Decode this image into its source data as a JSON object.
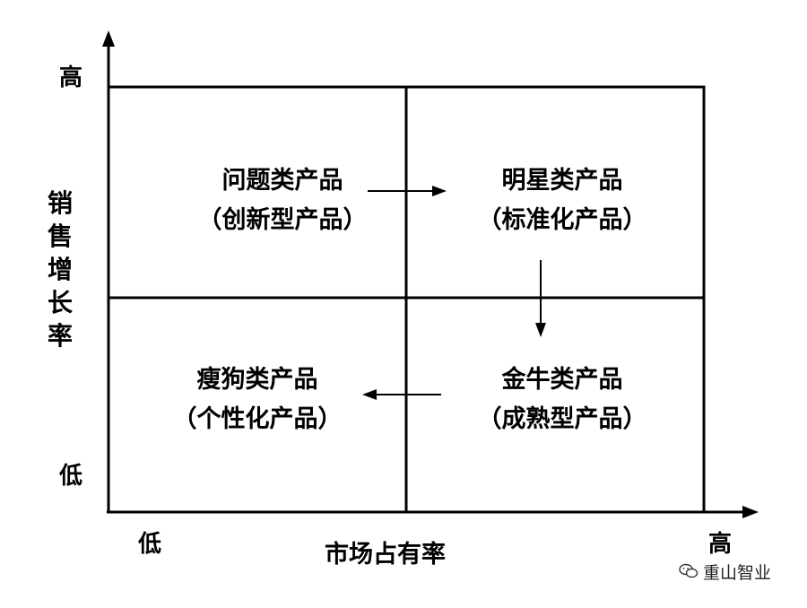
{
  "axes": {
    "y_label": "销售增长率",
    "x_label": "市场占有率",
    "y_high": "高",
    "y_low": "低",
    "x_low": "低",
    "x_high": "高"
  },
  "quadrants": {
    "question": {
      "title": "问题类产品",
      "subtitle": "（创新型产品）"
    },
    "star": {
      "title": "明星类产品",
      "subtitle": "（标准化产品）"
    },
    "dog": {
      "title": "瘦狗类产品",
      "subtitle": "（个性化产品）"
    },
    "cow": {
      "title": "金牛类产品",
      "subtitle": "（成熟型产品）"
    }
  },
  "watermark": {
    "text": "重山智业",
    "icon": "wechat-icon"
  }
}
